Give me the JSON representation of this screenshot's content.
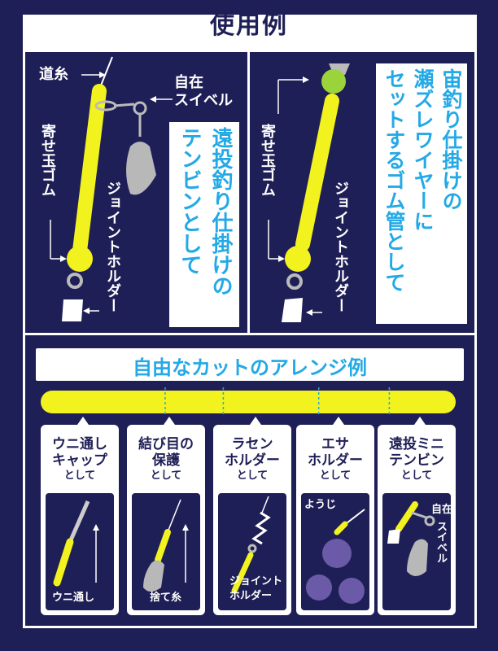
{
  "title": "使用例",
  "panel_left": {
    "label_line": "道糸",
    "label_swivel_1": "自在",
    "label_swivel_2": "スイベル",
    "label_rubber": "寄せ玉ゴム",
    "label_holder": "ジョイントホルダー",
    "caption_col1": "遠投釣り仕掛けの",
    "caption_col2": "テンビンとして"
  },
  "panel_right": {
    "label_rubber": "寄せ玉ゴム",
    "label_holder": "ジョイントホルダー",
    "caption_col1": "宙釣り仕掛けの",
    "caption_col2": "瀬ズレワイヤーに",
    "caption_col3": "セットするゴム管として"
  },
  "arrange": {
    "title": "自由なカットのアレンジ例",
    "cut_positions": [
      0.3,
      0.44,
      0.67,
      0.84
    ]
  },
  "cards": [
    {
      "title1": "ウニ通し",
      "title2": "キャップ",
      "sub": "として",
      "pic_label": "ウニ通し"
    },
    {
      "title1": "結び目の",
      "title2": "保護",
      "sub": "として",
      "pic_label": "捨て糸"
    },
    {
      "title1": "ラセン",
      "title2": "ホルダー",
      "sub": "として",
      "pic_label1": "ジョイント",
      "pic_label2": "ホルダー"
    },
    {
      "title1": "エサ",
      "title2": "ホルダー",
      "sub": "として",
      "pic_label": "ようじ"
    },
    {
      "title1": "遠投ミニ",
      "title2": "テンビン",
      "sub": "として",
      "pic_label1": "自在",
      "pic_label2": "スイベル"
    }
  ],
  "colors": {
    "navy": "#1f1f57",
    "yellow": "#f2f21e",
    "blue_text": "#23a9e6",
    "lime_ball": "#9ad43a",
    "purple": "#6a5aa8"
  }
}
